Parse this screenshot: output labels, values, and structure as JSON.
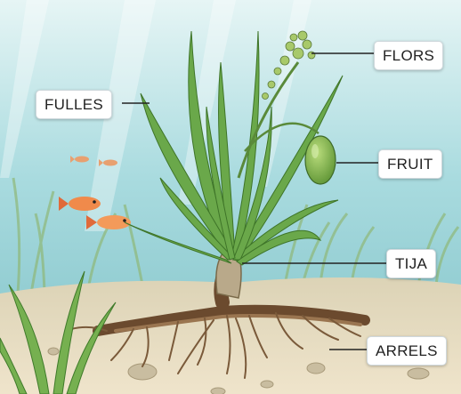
{
  "labels": {
    "flowers": "FLORS",
    "leaves": "FULLES",
    "fruit": "FRUIT",
    "stem": "TIJA",
    "roots": "ARRELS"
  },
  "colors": {
    "water_top": "#dff2f4",
    "water_mid": "#9fd6db",
    "sand": "#e9dcc0",
    "leaf_green": "#5a9a3c",
    "fruit_green": "#7bb04a",
    "root_brown": "#7a5a3a",
    "fish_orange": "#f08a4b",
    "leader_line": "#222222"
  }
}
